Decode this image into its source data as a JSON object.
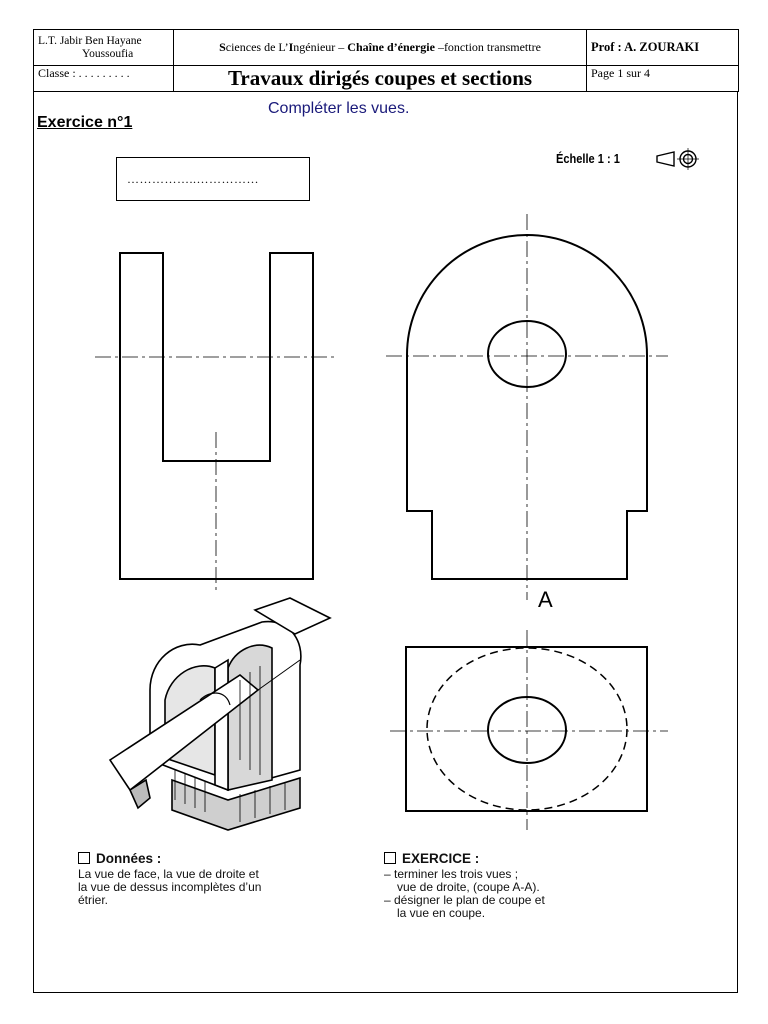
{
  "header": {
    "school_line1": "L.T. Jabir Ben Hayane",
    "school_line2": "Youssoufia",
    "subject_initial1": "S",
    "subject_part1": "ciences de L’",
    "subject_initial2": "I",
    "subject_part2": "ngénieur – ",
    "subject_bold": "Chaîne d’énergie",
    "subject_part3": " –fonction transmettre",
    "prof": "Prof : A. ZOURAKI",
    "class_label": "Classe : . . . . . . . . .",
    "title": "Travaux dirigés coupes et sections",
    "page": "Page 1 sur 4"
  },
  "exercise": {
    "title": "Exercice n°1",
    "instruction": "Compléter les vues.",
    "name_field": "……………..……………"
  },
  "drawing": {
    "scale": "Échelle 1 : 1",
    "section_label": "A"
  },
  "donnees": {
    "heading": "Données :",
    "lines": [
      "La vue de face, la vue de droite et",
      "la vue de dessus incomplètes d’un",
      "étrier."
    ]
  },
  "task": {
    "heading": "EXERCICE :",
    "lines": [
      "– terminer les trois vues ;",
      "vue de droite, (coupe A-A).",
      "– désigner le plan de coupe et",
      "la vue en coupe."
    ]
  }
}
